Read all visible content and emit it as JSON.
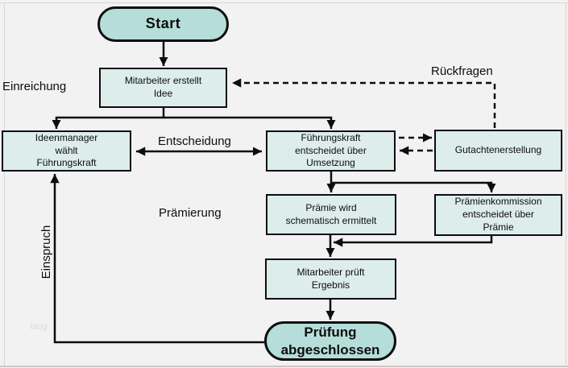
{
  "diagram": {
    "colors": {
      "background": "#f2f2f2",
      "process_fill": "#dcedeb",
      "terminal_fill": "#b5ddd9",
      "line": "#0d0d0d"
    },
    "nodes": {
      "start": {
        "label": "Start"
      },
      "idea": {
        "label": "Mitarbeiter erstellt\nIdee"
      },
      "ideenmanager": {
        "label": "Ideenmanager\nwählt\nFührungskraft"
      },
      "fuehrungskraft": {
        "label": "Führungskraft\nentscheidet über\nUmsetzung"
      },
      "gutachten": {
        "label": "Gutachtenerstellung"
      },
      "praemie": {
        "label": "Prämie wird\nschematisch ermittelt"
      },
      "kommission": {
        "label": "Prämienkommission\nentscheidet über\nPrämie"
      },
      "prueft": {
        "label": "Mitarbeiter prüft\nErgebnis"
      },
      "ende": {
        "label": "Prüfung\nabgeschlossen"
      }
    },
    "labels": {
      "einreichung": "Einreichung",
      "entscheidung": "Entscheidung",
      "praemierung": "Prämierung",
      "rueckfragen": "Rückfragen",
      "einspruch": "Einspruch",
      "watermark": "blog"
    }
  }
}
